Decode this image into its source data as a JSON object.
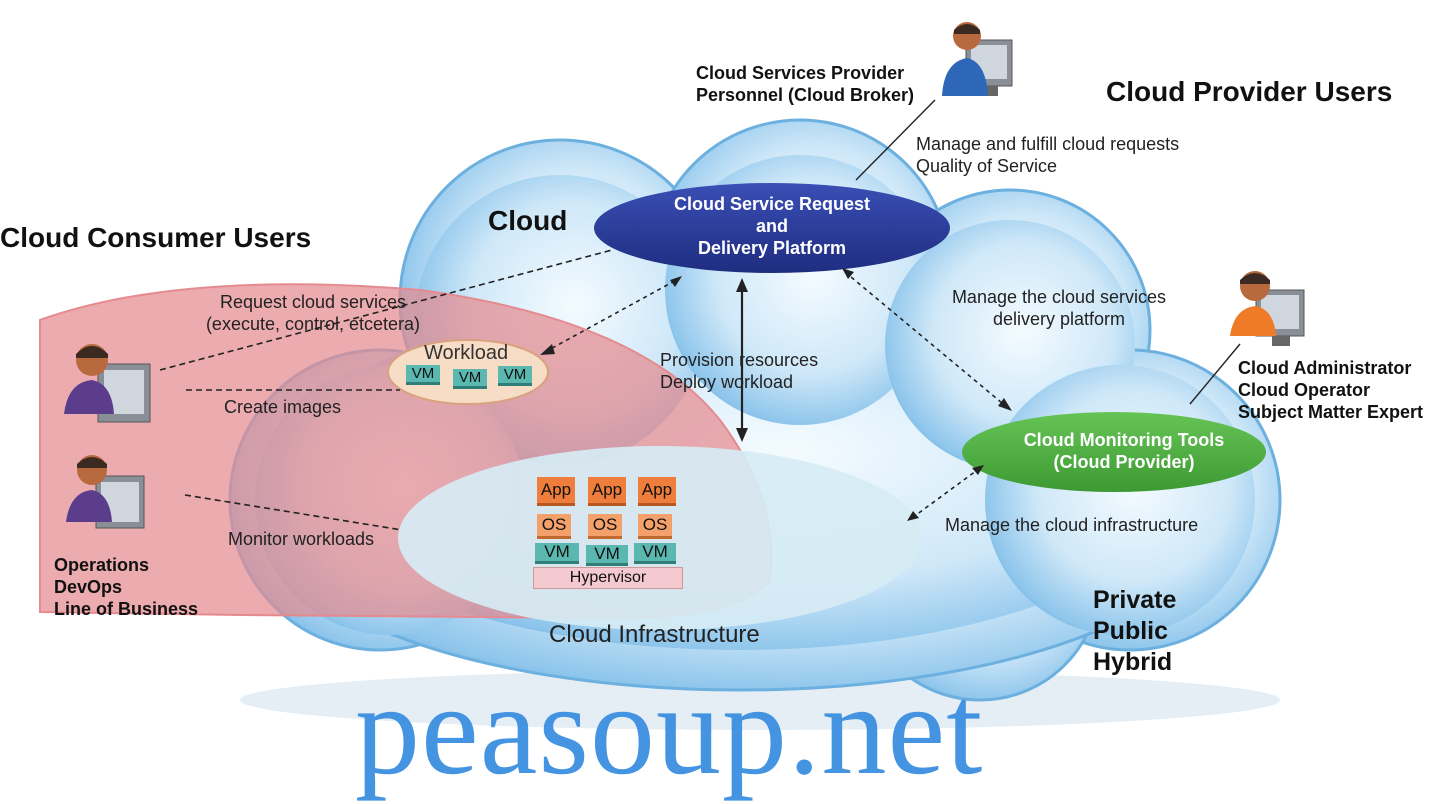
{
  "headings": {
    "cloud_consumer_users": "Cloud Consumer  Users",
    "cloud_provider_users": "Cloud Provider Users",
    "cloud": "Cloud"
  },
  "provider_personnel": [
    "Cloud Services Provider",
    "Personnel (Cloud Broker)"
  ],
  "provider_actions": [
    "Manage and fulfill cloud requests",
    "Quality of Service"
  ],
  "platform": [
    "Cloud Service Request",
    "and",
    "Delivery Platform"
  ],
  "monitoring": [
    "Cloud Monitoring Tools",
    "(Cloud Provider)"
  ],
  "admin_roles": [
    "Cloud Administrator",
    "Cloud Operator",
    "Subject Matter Expert"
  ],
  "consumer_roles": [
    "Operations",
    "DevOps",
    "Line of Business"
  ],
  "flows": {
    "request": [
      "Request cloud services",
      "(execute, control, etcetera)"
    ],
    "create_images": "Create images",
    "monitor_workloads": "Monitor workloads",
    "provision": [
      "Provision resources",
      "Deploy workload"
    ],
    "manage_platform": [
      "Manage the cloud services",
      "delivery platform"
    ],
    "manage_infra": "Manage the cloud infrastructure"
  },
  "workload": {
    "title": "Workload",
    "vms": [
      "VM",
      "VM",
      "VM"
    ]
  },
  "stack": {
    "apps": [
      "App",
      "App",
      "App"
    ],
    "os": [
      "OS",
      "OS",
      "OS"
    ],
    "vms": [
      "VM",
      "VM",
      "VM"
    ],
    "hypervisor": "Hypervisor"
  },
  "infrastructure": "Cloud Infrastructure",
  "deployment_models": [
    "Private",
    "Public",
    "Hybrid"
  ],
  "watermark": "peasoup.net",
  "colors": {
    "cloud_blue": "#8fc6ec",
    "consumer_pink": "#e58a8f",
    "platform_navy": "#2c3d99",
    "monitoring_green": "#4fb043",
    "watermark_blue": "#3b8fe0"
  }
}
